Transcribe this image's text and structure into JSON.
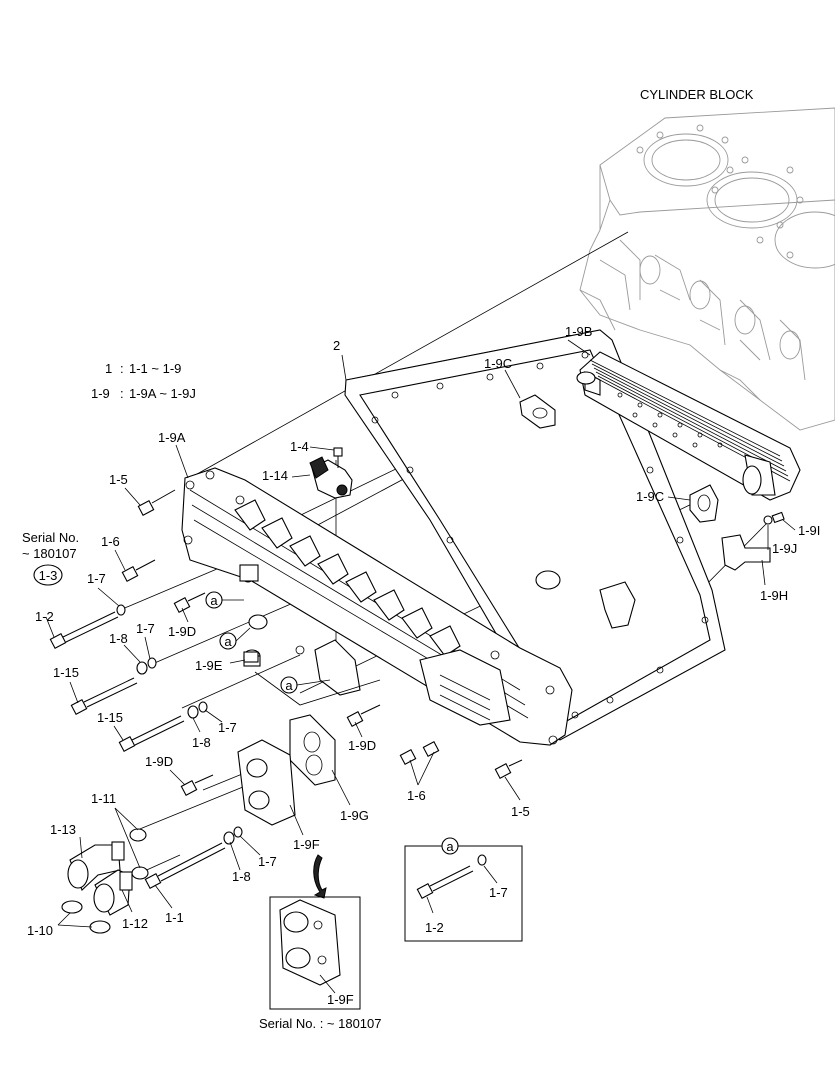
{
  "title": "CYLINDER BLOCK",
  "legend": [
    {
      "key": "1",
      "sep": ":",
      "value": "1-1 ~ 1-9"
    },
    {
      "key": "1-9",
      "sep": ":",
      "value": "1-9A ~ 1-9J"
    }
  ],
  "serial_left": {
    "line1": "Serial No.",
    "line2": "~ 180107",
    "circled": "1-3"
  },
  "callout_a": "a",
  "serial_bottom": "Serial No. : ~ 180107",
  "labels": {
    "l_2": "2",
    "l_1_9B": "1-9B",
    "l_1_9C_top": "1-9C",
    "l_1_9C_right": "1-9C",
    "l_1_9I": "1-9I",
    "l_1_9J": "1-9J",
    "l_1_9H": "1-9H",
    "l_1_9A": "1-9A",
    "l_1_4": "1-4",
    "l_1_14": "1-14",
    "l_1_5_left": "1-5",
    "l_1_6_left": "1-6",
    "l_1_7_a": "1-7",
    "l_1_2": "1-2",
    "l_1_8_a": "1-8",
    "l_1_7_b": "1-7",
    "l_1_9D_a": "1-9D",
    "l_1_9E": "1-9E",
    "l_1_15_a": "1-15",
    "l_1_15_b": "1-15",
    "l_1_8_b": "1-8",
    "l_1_7_c": "1-7",
    "l_1_9D_b": "1-9D",
    "l_1_9D_c": "1-9D",
    "l_1_6_right": "1-6",
    "l_1_5_right": "1-5",
    "l_1_9G": "1-9G",
    "l_1_11": "1-11",
    "l_1_13": "1-13",
    "l_1_9F": "1-9F",
    "l_1_7_d": "1-7",
    "l_1_8_c": "1-8",
    "l_1_12": "1-12",
    "l_1_1": "1-1",
    "l_1_10": "1-10",
    "l_1_7_detail": "1-7",
    "l_1_2_detail": "1-2",
    "l_1_9F_detail": "1-9F"
  }
}
